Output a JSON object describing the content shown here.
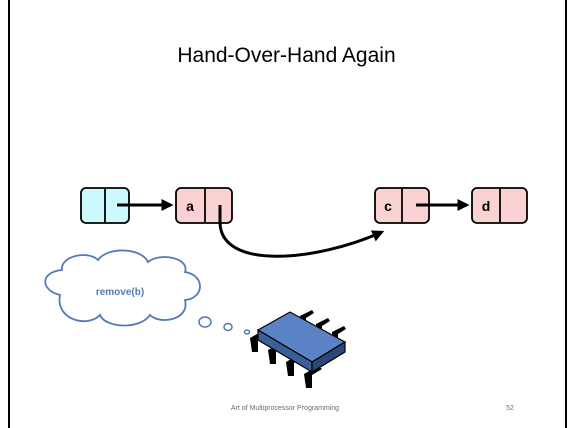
{
  "slide": {
    "title": "Hand-Over-Hand Again",
    "footer": "Art of Multiprocessor Programming",
    "page_number": "52"
  },
  "nodes": [
    {
      "id": "head",
      "label": "",
      "color": "#ccf9fb"
    },
    {
      "id": "a",
      "label": "a",
      "color": "#fbd2d2"
    },
    {
      "id": "c",
      "label": "c",
      "color": "#fbd2d2"
    },
    {
      "id": "d",
      "label": "d",
      "color": "#fbd2d2"
    }
  ],
  "thought": {
    "text": "remove(b)",
    "stroke": "#5579b8"
  },
  "processor_icon": "cpu-chip-icon"
}
